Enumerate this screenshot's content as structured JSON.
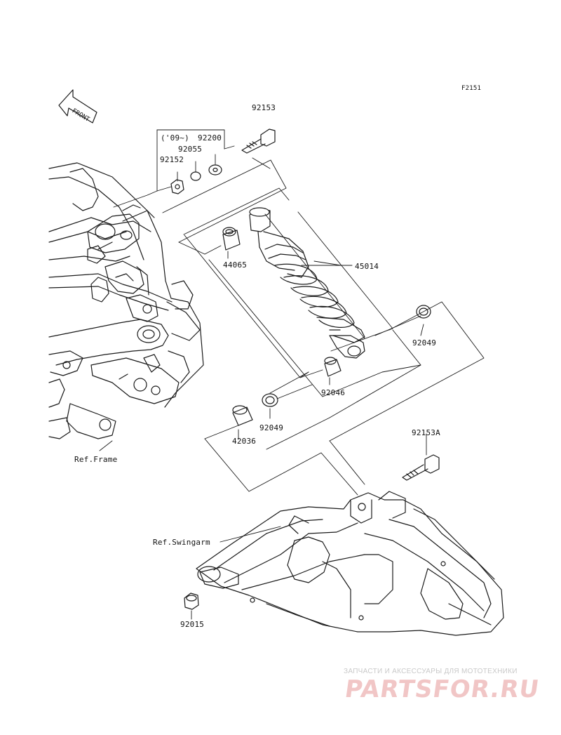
{
  "figure_code": "F2151",
  "front_badge": "FRONT",
  "labels": {
    "p92153": "92153",
    "p09": "('09~)",
    "p92200": "92200",
    "p92055": "92055",
    "p92152": "92152",
    "p44065": "44065",
    "p45014": "45014",
    "p92049a": "92049",
    "p92046": "92046",
    "p92049b": "92049",
    "p42036": "42036",
    "ref_frame": "Ref.Frame",
    "p92153A": "92153A",
    "ref_swingarm": "Ref.Swingarm",
    "p92015": "92015"
  },
  "watermark": {
    "tagline": "ЗАПЧАСТИ И АКСЕССУАРЫ ДЛЯ МОТОТЕХНИКИ",
    "logo": "PARTSFOR.RU"
  },
  "colors": {
    "line": "#1a1a1a",
    "watermark": "#f1c6c6"
  }
}
